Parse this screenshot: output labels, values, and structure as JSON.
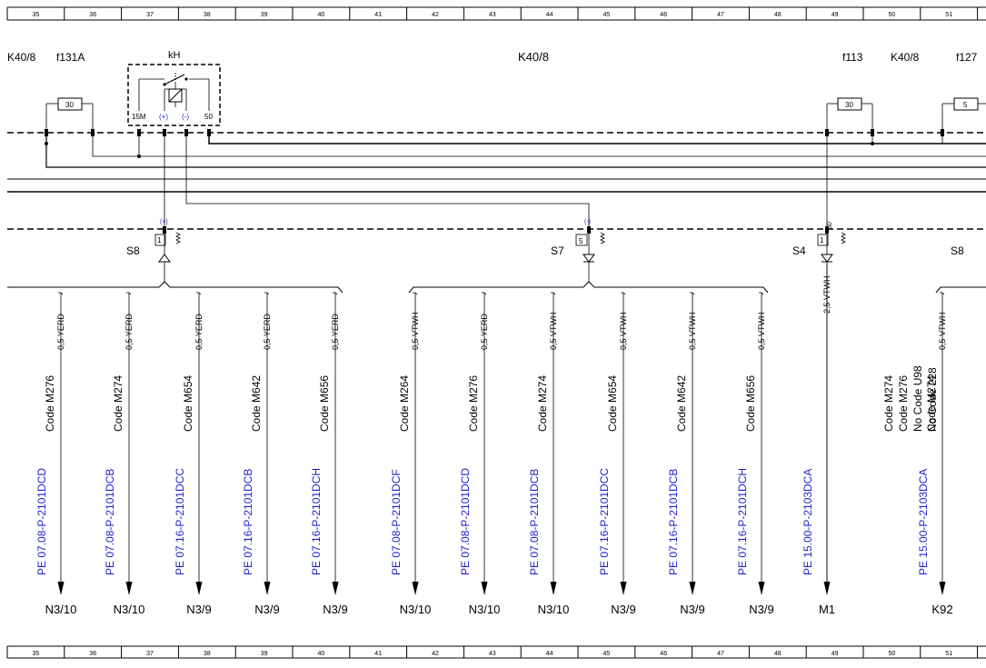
{
  "grid_labels": [
    "35",
    "36",
    "37",
    "38",
    "39",
    "40",
    "41",
    "42",
    "43",
    "44",
    "45",
    "46",
    "47",
    "48",
    "49",
    "50",
    "51"
  ],
  "top_labels": {
    "k40_left": "K40/8",
    "f131a": "f131A",
    "kh": "kH",
    "k40_center": "K40/8",
    "f113": "f113",
    "k40_right": "K40/8",
    "f127": "f127"
  },
  "fuses": {
    "f131a_value": "30",
    "f113_value": "30",
    "f127_value": "5"
  },
  "relay_pins": {
    "pin_15m": "15M",
    "pin_plus": "(+)",
    "pin_minus": "(-)",
    "pin_50": "50"
  },
  "connectors": {
    "s8_left": {
      "label": "S8",
      "signal": "(+)",
      "pin": "1"
    },
    "s7": {
      "label": "S7",
      "signal": "(-)",
      "pin": "5"
    },
    "s4": {
      "label": "S4",
      "signal": "50",
      "pin": "1"
    },
    "s8_right": {
      "label": "S8"
    }
  },
  "branches": [
    {
      "wire": "0,5 YERD",
      "code": "Code M276",
      "ref": "PE 07.08-P-2101DCD",
      "dest": "N3/10"
    },
    {
      "wire": "0,5 YERD",
      "code": "Code M274",
      "ref": "PE 07.08-P-2101DCB",
      "dest": "N3/10"
    },
    {
      "wire": "0,5 YERD",
      "code": "Code M654",
      "ref": "PE 07.16-P-2101DCC",
      "dest": "N3/9"
    },
    {
      "wire": "0,5 YERD",
      "code": "Code M642",
      "ref": "PE 07.16-P-2101DCB",
      "dest": "N3/9"
    },
    {
      "wire": "0,5 YERD",
      "code": "Code M656",
      "ref": "PE 07.16-P-2101DCH",
      "dest": "N3/9"
    },
    {
      "wire": "0,5 VTWH",
      "code": "Code M264",
      "ref": "PE 07.08-P-2101DCF",
      "dest": "N3/10"
    },
    {
      "wire": "0,5 YERD",
      "code": "Code M276",
      "ref": "PE 07.08-P-2101DCD",
      "dest": "N3/10"
    },
    {
      "wire": "0,5 VTWH",
      "code": "Code M274",
      "ref": "PE 07.08-P-2101DCB",
      "dest": "N3/10"
    },
    {
      "wire": "0,5 VTWH",
      "code": "Code M654",
      "ref": "PE 07.16-P-2101DCC",
      "dest": "N3/9"
    },
    {
      "wire": "0,5 VTWH",
      "code": "Code M642",
      "ref": "PE 07.16-P-2101DCB",
      "dest": "N3/9"
    },
    {
      "wire": "0,5 VTWH",
      "code": "Code M656",
      "ref": "PE 07.16-P-2101DCH",
      "dest": "N3/9"
    },
    {
      "wire": "2,5 VTWH",
      "code": "",
      "ref": "PE 15.00-P-2103DCA",
      "dest": "M1"
    },
    {
      "wire": "0,5 VTWH",
      "code": "Code M274",
      "ref": "PE 15.00-P-2103DCA",
      "dest": "K92"
    }
  ],
  "code_block": {
    "lines": [
      "Code M274",
      "Code M276",
      "No Code U98",
      "No Code 228"
    ]
  }
}
